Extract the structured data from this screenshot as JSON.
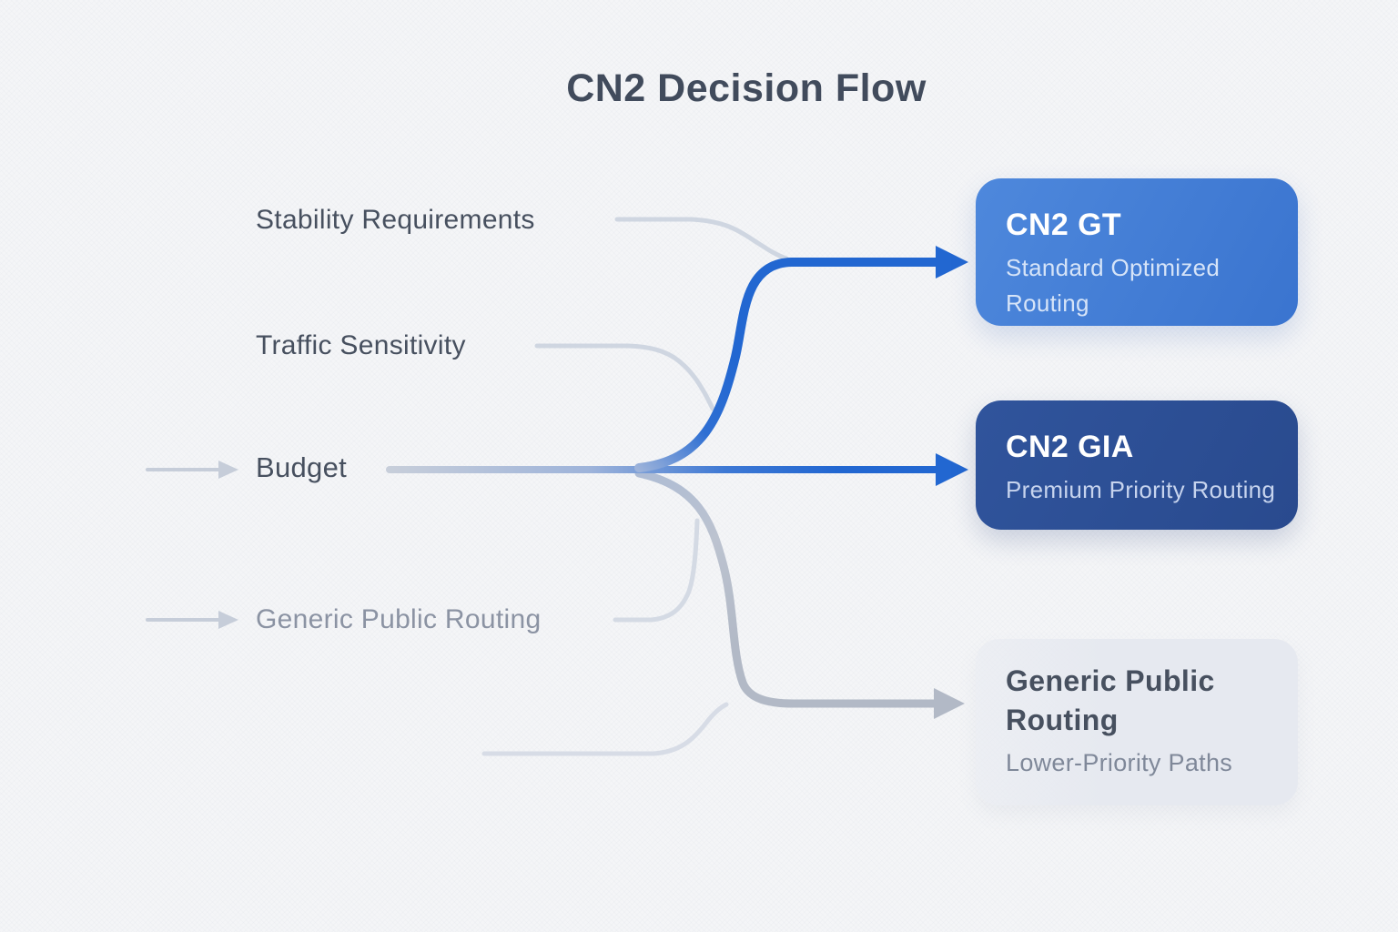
{
  "title": "CN2 Decision Flow",
  "inputs": [
    {
      "label": "Stability Requirements",
      "emphasis": "dark",
      "incoming_arrow": false
    },
    {
      "label": "Traffic Sensitivity",
      "emphasis": "dark",
      "incoming_arrow": false
    },
    {
      "label": "Budget",
      "emphasis": "dark",
      "incoming_arrow": true
    },
    {
      "label": "Generic Public Routing",
      "emphasis": "muted",
      "incoming_arrow": true
    }
  ],
  "outcomes": [
    {
      "id": "cn2-gt",
      "title": "CN2 GT",
      "subtitle": "Standard Optimized Routing",
      "variant": "blue"
    },
    {
      "id": "cn2-gia",
      "title": "CN2 GIA",
      "subtitle": "Premium Priority Routing",
      "variant": "navy"
    },
    {
      "id": "generic-public-routing",
      "title": "Generic Public Routing",
      "subtitle": "Lower-Priority Paths",
      "variant": "light"
    }
  ],
  "edges": [
    {
      "from": "Stability Requirements",
      "to": "CN2 GT",
      "style": "thin-light merges into blue arrow"
    },
    {
      "from": "Traffic Sensitivity",
      "to": "center junction",
      "style": "thin-light"
    },
    {
      "from": "Budget",
      "to": "CN2 GIA",
      "style": "thick blue straight arrow"
    },
    {
      "from": "center junction",
      "to": "CN2 GT",
      "style": "thick blue curved arrow"
    },
    {
      "from": "center junction",
      "to": "Generic Public Routing",
      "style": "thick gray curved arrow"
    },
    {
      "from": "Generic Public Routing label",
      "to": "center junction",
      "style": "thin-light"
    }
  ],
  "colors": {
    "accent-blue": "#2267d1",
    "box-blue-start": "#4e88dc",
    "box-blue-end": "#3a74cf",
    "box-navy-start": "#30549c",
    "box-navy-end": "#294a8e",
    "box-light": "#e6e9f0",
    "title-text": "#414b5c",
    "label-dark": "#47505f",
    "label-muted": "#8b93a3",
    "connector-light": "#cfd6e1",
    "connector-gray": "#b2b9c6",
    "box-title-on-dark": "#ffffff",
    "box-subtitle-on-blue": "#d6e4f8",
    "box-subtitle-on-navy": "#c7d4ee",
    "box-subtitle-on-light": "#7f8899"
  }
}
